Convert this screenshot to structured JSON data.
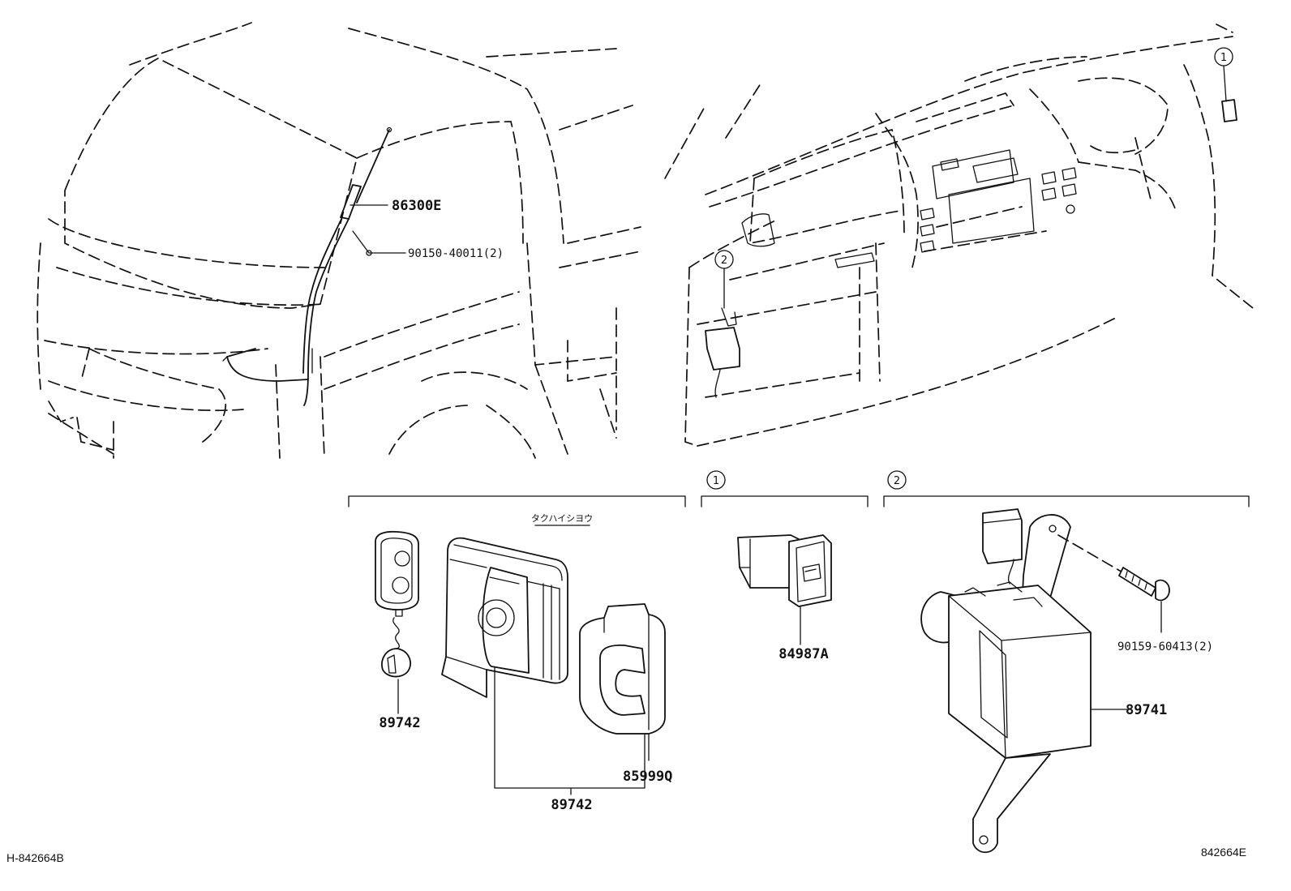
{
  "labels": {
    "antenna": "86300E",
    "antenna_screw": "90150-40011(2)",
    "transmitter": "89742",
    "siren_cover": "85999Q",
    "alarm_set": "89742",
    "switch": "84987A",
    "controller": "89741",
    "controller_bolt": "90159-60413(2)",
    "group_note": "タクハイシヨウ"
  },
  "callouts": {
    "one": "1",
    "two": "2"
  },
  "footer": {
    "left": "H-842664B",
    "right": "842664E"
  }
}
